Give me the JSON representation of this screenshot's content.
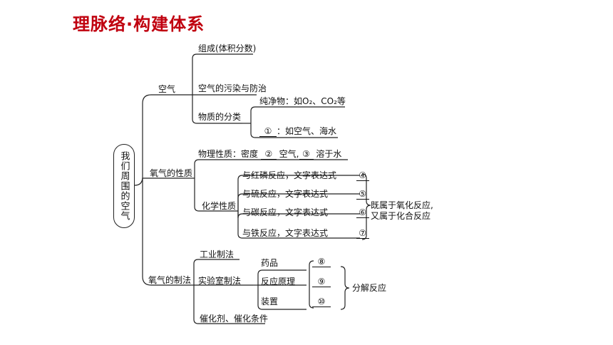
{
  "title": "理脉络·构建体系",
  "root": "我们周围的空气",
  "air": {
    "label": "空气",
    "composition": "组成(体积分数)",
    "pollution": "空气的污染与防治",
    "classification": "物质的分类",
    "pure_substance": "纯净物：如O₂、CO₂等",
    "blank1_num": "①",
    "mixture_suffix": "：如空气、海水"
  },
  "oxygen_props": {
    "label": "氧气的性质",
    "physical": {
      "prefix": "物理性质：密度",
      "blank2_num": "②",
      "middle": "空气,",
      "blank3_num": "③",
      "suffix": "溶于水"
    },
    "chemical": "化学性质",
    "reactions": [
      {
        "text": "与红磷反应，文字表达式",
        "num": "④"
      },
      {
        "text": "与硫反应，文字表达式",
        "num": "⑤"
      },
      {
        "text": "与碳反应，文字表达式",
        "num": "⑥"
      },
      {
        "text": "与铁反应，文字表达式",
        "num": "⑦"
      }
    ],
    "reaction_type_line1": "既属于氧化反应,",
    "reaction_type_line2": "又属于化合反应"
  },
  "oxygen_prep": {
    "label": "氧气的制法",
    "industrial": "工业制法",
    "lab": "实验室制法",
    "lab_items": [
      {
        "text": "药品",
        "num": "⑧"
      },
      {
        "text": "反应原理",
        "num": "⑨"
      },
      {
        "text": "装置",
        "num": "⑩"
      }
    ],
    "decomposition": "分解反应",
    "catalyst": "催化剂、催化条件"
  }
}
